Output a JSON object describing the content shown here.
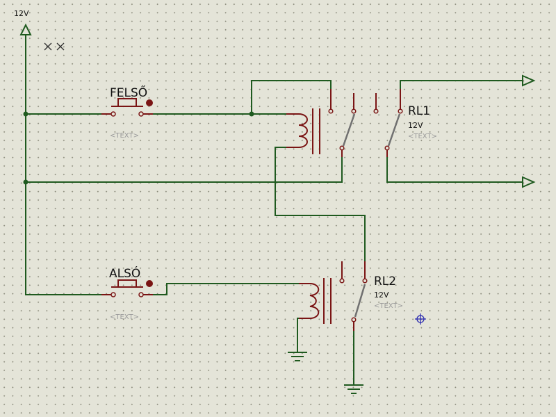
{
  "power": {
    "label": "12V"
  },
  "switch_top": {
    "label": "FELSŐ",
    "placeholder": "<TEXT>"
  },
  "switch_bottom": {
    "label": "ALSÓ",
    "placeholder": "<TEXT>"
  },
  "relay1": {
    "label": "RL1",
    "voltage": "12V",
    "placeholder": "<TEXT>"
  },
  "relay2": {
    "label": "RL2",
    "voltage": "12V",
    "placeholder": "<TEXT>"
  },
  "colors": {
    "background": "#e4e4d8",
    "wire": "#1f5a1f",
    "component": "#7a1414",
    "placeholder_text": "#9a9a9a",
    "probe": "#2b2bb0"
  }
}
